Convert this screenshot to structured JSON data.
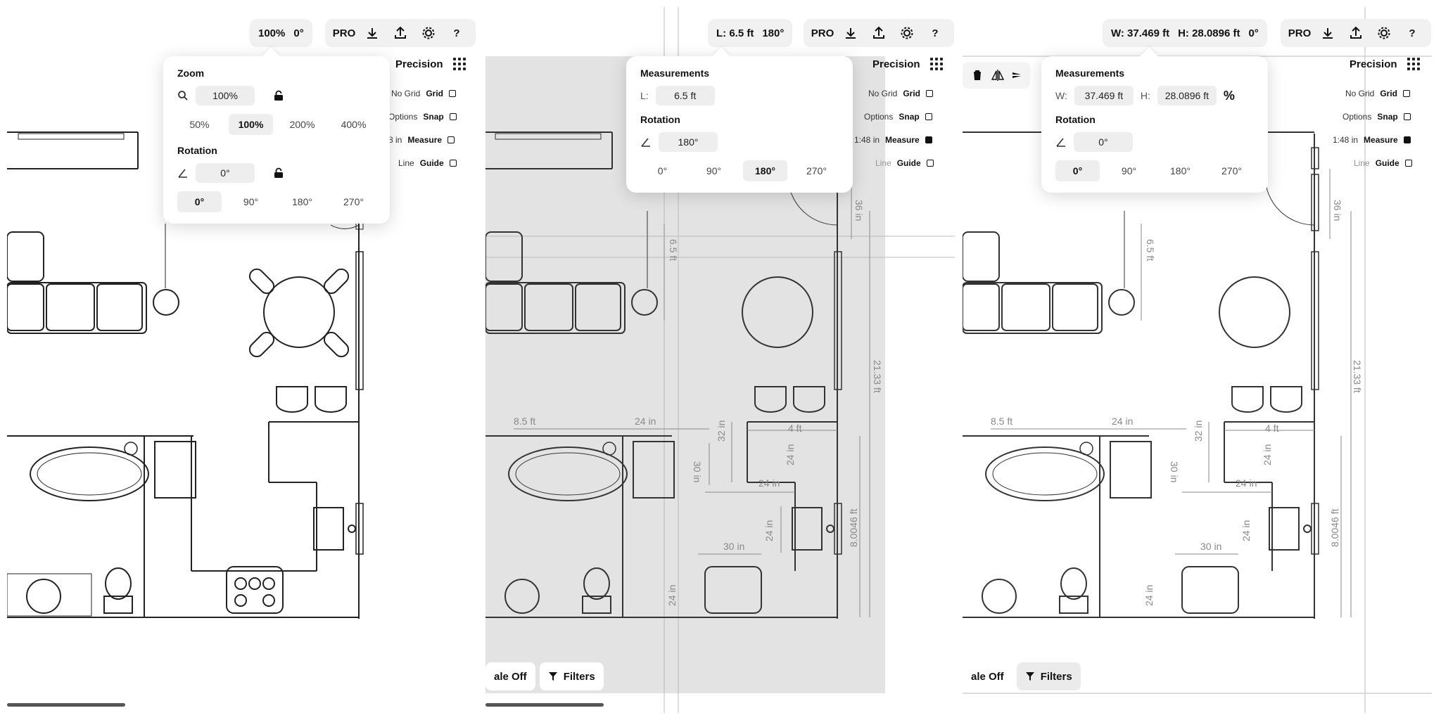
{
  "panels": [
    {
      "pill": {
        "main": "100%",
        "rotation": "0°"
      },
      "toolbar": {
        "pro": "PRO"
      },
      "precision": {
        "label": "Precision"
      },
      "options": [
        {
          "left": "No Grid",
          "key": "Grid",
          "checked": false
        },
        {
          "left": "Options",
          "key": "Snap",
          "checked": false
        },
        {
          "left": "8 in",
          "key": "Measure",
          "checked": false
        },
        {
          "left": "Line",
          "key": "Guide",
          "checked": false
        }
      ],
      "popup": {
        "zoom_title": "Zoom",
        "zoom_value": "100%",
        "zoom_options": [
          "50%",
          "100%",
          "200%",
          "400%"
        ],
        "zoom_selected": "100%",
        "rotation_title": "Rotation",
        "rotation_value": "0°",
        "rotation_options": [
          "0°",
          "90°",
          "180°",
          "270°"
        ],
        "rotation_selected": "0°"
      }
    },
    {
      "pill": {
        "main": "L: 6.5 ft",
        "rotation": "180°"
      },
      "toolbar": {
        "pro": "PRO"
      },
      "precision": {
        "label": "Precision"
      },
      "options": [
        {
          "left": "No Grid",
          "key": "Grid",
          "checked": false
        },
        {
          "left": "Options",
          "key": "Snap",
          "checked": false
        },
        {
          "left": "1:48 in",
          "key": "Measure",
          "checked": true
        },
        {
          "left": "Line",
          "key": "Guide",
          "checked": false
        }
      ],
      "popup": {
        "measure_title": "Measurements",
        "l_label": "L:",
        "l_value": "6.5 ft",
        "rotation_title": "Rotation",
        "rotation_value": "180°",
        "rotation_options": [
          "0°",
          "90°",
          "180°",
          "270°"
        ],
        "rotation_selected": "180°"
      },
      "bottom": {
        "scale": "ale Off",
        "filters": "Filters"
      }
    },
    {
      "pill": {
        "main": "W: 37.469 ft",
        "h": "H: 28.0896 ft",
        "rotation": "0°"
      },
      "toolbar": {
        "pro": "PRO"
      },
      "precision": {
        "label": "Precision"
      },
      "options": [
        {
          "left": "No Grid",
          "key": "Grid",
          "checked": false
        },
        {
          "left": "Options",
          "key": "Snap",
          "checked": false
        },
        {
          "left": "1:48 in",
          "key": "Measure",
          "checked": true
        },
        {
          "left": "Line",
          "key": "Guide",
          "checked": false
        }
      ],
      "popup": {
        "measure_title": "Measurements",
        "w_label": "W:",
        "w_value": "37.469 ft",
        "h_label": "H:",
        "h_value": "28.0896 ft",
        "rotation_title": "Rotation",
        "rotation_value": "0°",
        "rotation_options": [
          "0°",
          "90°",
          "180°",
          "270°"
        ],
        "rotation_selected": "0°"
      },
      "bottom": {
        "scale": "ale Off",
        "filters": "Filters"
      }
    }
  ],
  "dimensions": {
    "d1": "6.5 ft",
    "d2": "36 in",
    "d3": "21.33 ft",
    "d4": "8.5 ft",
    "d5": "24 in",
    "d6": "4 ft",
    "d7": "32 in",
    "d8": "24 in",
    "d9": "30 in",
    "d10": "24 in",
    "d11": "24 in",
    "d12": "8.0046 ft",
    "d13": "30 in",
    "d14": "24 in"
  }
}
